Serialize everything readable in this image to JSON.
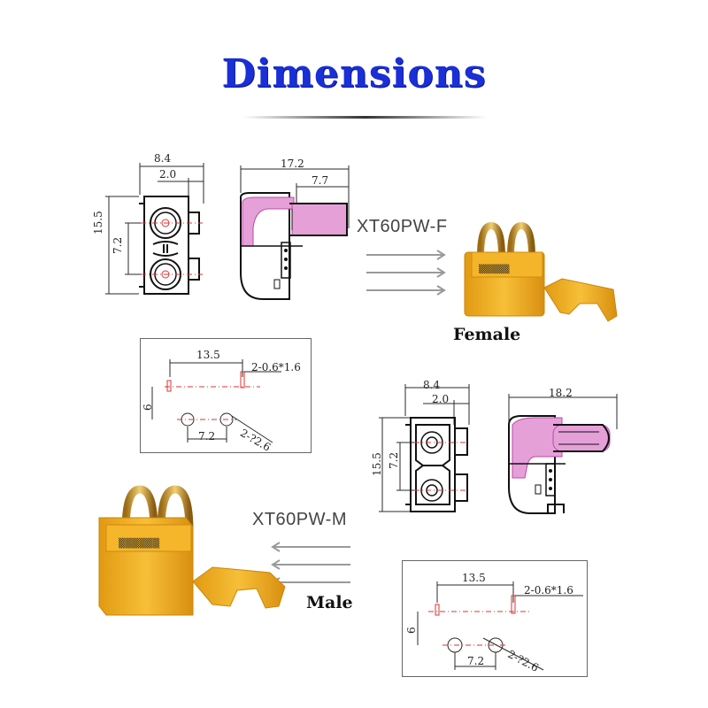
{
  "title": "Dimensions",
  "female": {
    "part_label": "XT60PW-F",
    "gender_label": "Female",
    "front_view": {
      "width_total": "8.4",
      "width_offset": "2.0",
      "height": "15.5",
      "pin_pitch": "7.2"
    },
    "side_view": {
      "length_total": "17.2",
      "length_partial": "7.7"
    },
    "footprint": {
      "pin_distance": "13.5",
      "slot_spec": "2-0.6*1.6",
      "row_spacing": "6",
      "hole_pitch": "7.2",
      "hole_spec": "2-?2.6"
    }
  },
  "male": {
    "part_label": "XT60PW-M",
    "gender_label": "Male",
    "front_view": {
      "width_total": "8.4",
      "width_offset": "2.0",
      "height": "15.5",
      "pin_pitch": "7.2"
    },
    "side_view": {
      "length_total": "18.2"
    },
    "footprint": {
      "pin_distance": "13.5",
      "slot_spec": "2-0.6*1.6",
      "row_spacing": "6",
      "hole_pitch": "7.2",
      "hole_spec": "2-?2.6"
    }
  },
  "colors": {
    "title": "#1a2fd6",
    "connector_body": "#f2b22a",
    "section_fill": "#e6a0d8",
    "center_line": "#dd3333"
  }
}
